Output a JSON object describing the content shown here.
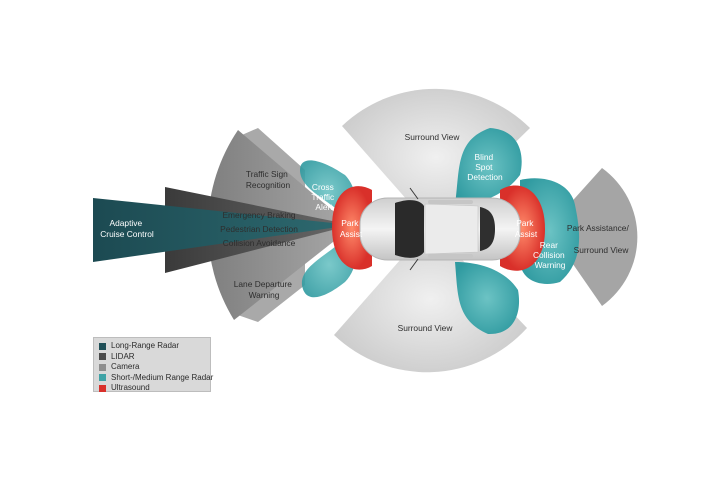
{
  "diagram": {
    "zones": [
      {
        "id": "adaptive-cruise-control",
        "lines": [
          "Adaptive",
          "Cruise Control"
        ]
      },
      {
        "id": "traffic-sign-recognition",
        "lines": [
          "Traffic Sign",
          "Recognition"
        ]
      },
      {
        "id": "emergency-braking",
        "lines": [
          "Emergency Braking"
        ]
      },
      {
        "id": "pedestrian-detection",
        "lines": [
          "Pedestrian Detection"
        ]
      },
      {
        "id": "collision-avoidance",
        "lines": [
          "Collision Avoidance"
        ]
      },
      {
        "id": "lane-departure-warning",
        "lines": [
          "Lane Departure",
          "Warning"
        ]
      },
      {
        "id": "cross-traffic-alert",
        "lines": [
          "Cross",
          "Traffic",
          "Alert"
        ]
      },
      {
        "id": "park-assist-front",
        "lines": [
          "Park",
          "Assist"
        ]
      },
      {
        "id": "surround-view-top",
        "lines": [
          "Surround View"
        ]
      },
      {
        "id": "surround-view-bottom",
        "lines": [
          "Surround View"
        ]
      },
      {
        "id": "blind-spot-detection",
        "lines": [
          "Blind",
          "Spot",
          "Detection"
        ]
      },
      {
        "id": "park-assist-rear",
        "lines": [
          "Park",
          "Assist"
        ]
      },
      {
        "id": "rear-collision-warning",
        "lines": [
          "Rear",
          "Collision",
          "Warning"
        ]
      },
      {
        "id": "park-assistance-surround-view",
        "lines": [
          "Park Assistance/",
          "Surround View"
        ]
      }
    ]
  },
  "legend": {
    "items": [
      {
        "label": "Long-Range Radar",
        "color": "#1f4f57"
      },
      {
        "label": "LIDAR",
        "color": "#4a4a4a"
      },
      {
        "label": "Camera",
        "color": "#8e8e8e"
      },
      {
        "label": "Short-/Medium Range Radar",
        "color": "#3fa3a6"
      },
      {
        "label": "Ultrasound",
        "color": "#d9302a"
      }
    ]
  },
  "colors": {
    "long_range_radar": "#1f4f57",
    "lidar": "#4a4a4a",
    "camera": "#8e8e8e",
    "short_medium_radar": "#3fa3a6",
    "ultrasound": "#d9302a",
    "car_body": "#e6e6e6"
  }
}
